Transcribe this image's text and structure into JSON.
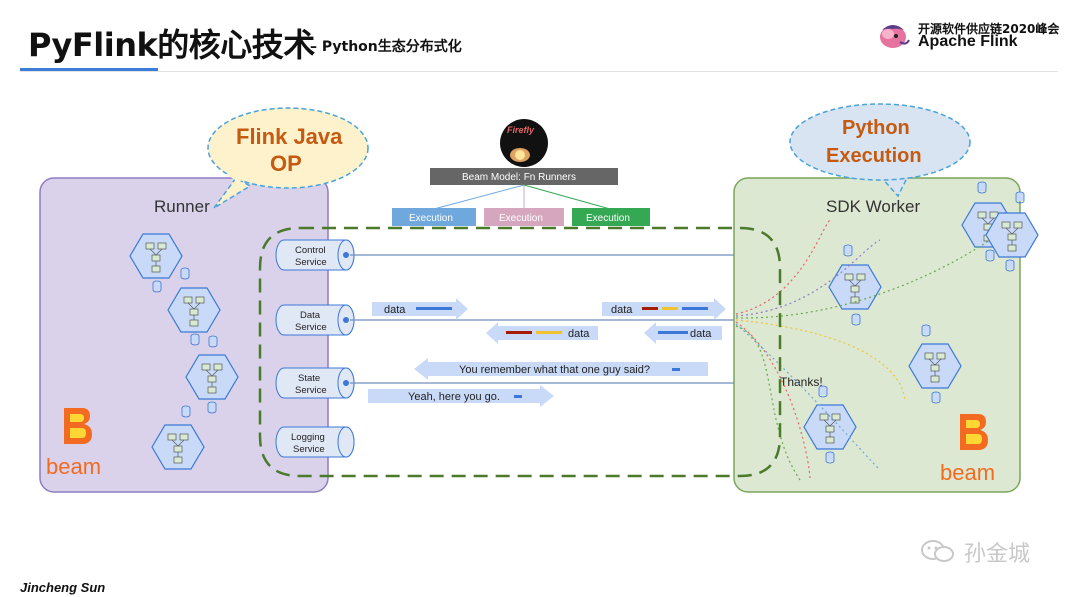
{
  "header": {
    "title": "PyFlink的核心技术",
    "subtitle": "– Python生态分布式化",
    "brand_line1": "开源软件供应链2020峰会",
    "brand_line2": "Apache Flink"
  },
  "footer": {
    "author": "Jincheng Sun",
    "wechat_name": "孙金城"
  },
  "diagram": {
    "callout_left": [
      "Flink Java",
      "OP"
    ],
    "callout_right": [
      "Python",
      "Execution"
    ],
    "runner_label": "Runner",
    "sdk_worker_label": "SDK Worker",
    "beam_word_left": "beam",
    "beam_word_right": "beam",
    "beam_model_label": "Beam Model: Fn Runners",
    "firefly_label": "Firefly",
    "executions": [
      "Execution",
      "Execution",
      "Execution"
    ],
    "services": [
      [
        "Control",
        "Service"
      ],
      [
        "Data",
        "Service"
      ],
      [
        "State",
        "Service"
      ],
      [
        "Logging",
        "Service"
      ]
    ],
    "data_label": "data",
    "state_request": "You remember what that one guy said?",
    "state_reply": "Yeah, here you go.",
    "thanks": "Thanks!",
    "colors": {
      "runner_fill": "#d9d2ea",
      "runner_stroke": "#8e7cc3",
      "worker_fill": "#dde8d3",
      "worker_stroke": "#7aa55a",
      "dash_green": "#4a7a2a",
      "callout_fill": "#fdf2cc",
      "callout_fill_right": "#d8e4f2",
      "callout_stroke": "#4aa3d9",
      "callout_text_left": "#c55a11",
      "callout_text_right": "#c55a11",
      "arrow_fill": "#c9daf8",
      "beam_orange": "#f26b21",
      "exec_blue": "#6fa8dc",
      "exec_pink": "#d5a6bd",
      "exec_green": "#34a853"
    }
  }
}
